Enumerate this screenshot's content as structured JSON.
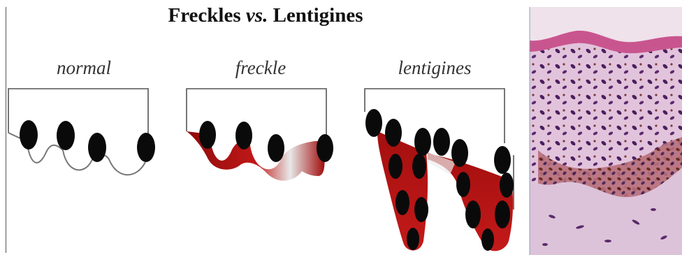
{
  "title": {
    "part1": "Freckles ",
    "vs": "vs.",
    "part2": " Lentigines"
  },
  "panels": [
    {
      "label": "normal"
    },
    {
      "label": "freckle"
    },
    {
      "label": "lentigines"
    }
  ],
  "colors": {
    "pigment": "#b01010",
    "melanocyte": "#0a0a0a",
    "outline": "#555555",
    "histology_bg": "#e4c6de",
    "nucleus": "#4a1f5c",
    "melanin": "#6a2a12"
  },
  "histology": {
    "icon": "histology-micrograph"
  }
}
